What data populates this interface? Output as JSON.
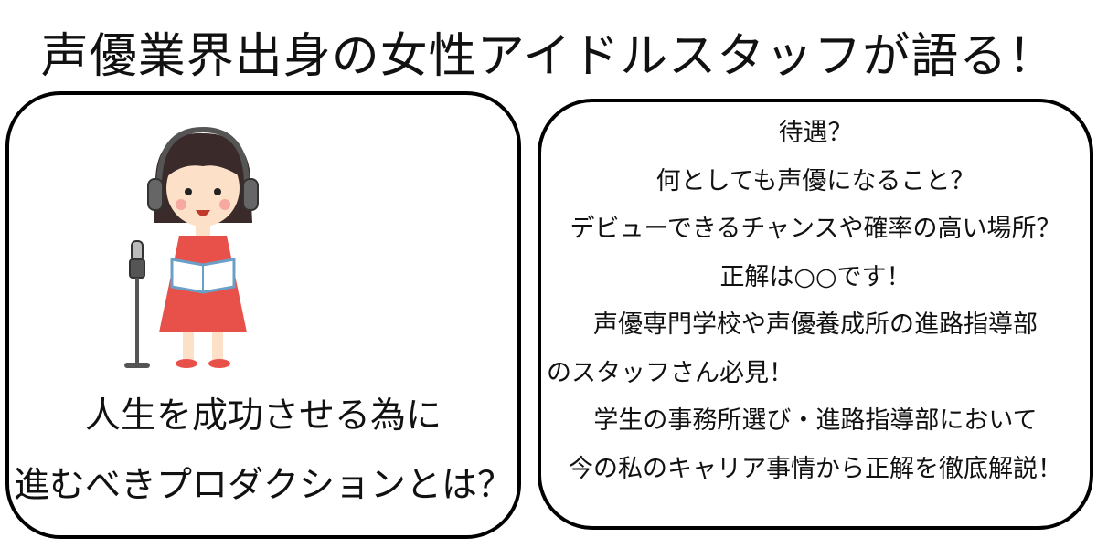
{
  "title": "声優業界出身の女性アイドルスタッフが語る！",
  "left_panel": {
    "lines": [
      "人生を成功させる為に",
      "進むべきプロダクションとは？"
    ]
  },
  "right_panel": {
    "lines": [
      "待遇？",
      "何としても声優になること？",
      "デビューできるチャンスや確率の高い場所？",
      "正解は○○です！",
      "声優専門学校や声優養成所の進路指導部",
      "のスタッフさん必見！",
      "学生の事務所選び・進路指導部において",
      "今の私のキャリア事情から正解を徹底解説！"
    ]
  },
  "colors": {
    "dress": "#e8514a",
    "hair": "#3a2a2a",
    "skin": "#fde0c8",
    "headphones": "#555555"
  }
}
